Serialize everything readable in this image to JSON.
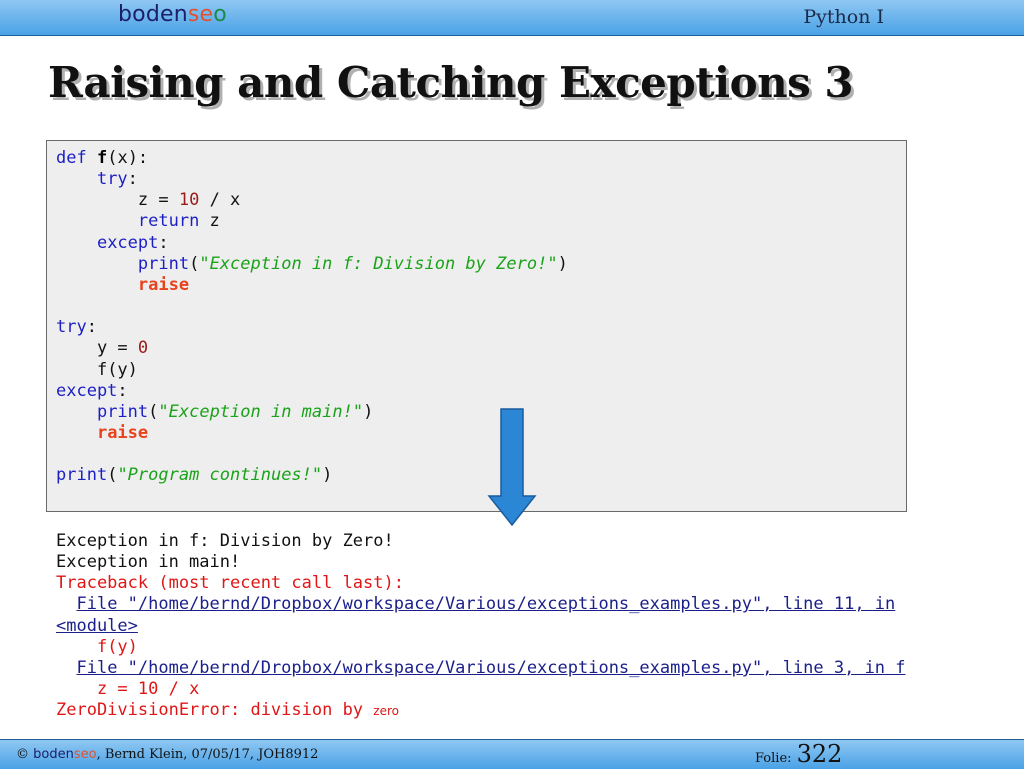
{
  "header": {
    "logo_prefix": "boden",
    "logo_accent": "se",
    "logo_accent2": "o",
    "course": "Python I"
  },
  "slide": {
    "title": "Raising and Catching Exceptions 3"
  },
  "code": {
    "l1_kw": "def",
    "l1_fn": "f",
    "l1_rest": "(x):",
    "l2_kw": "try",
    "l2_rest": ":",
    "l3_pre": "z = ",
    "l3_num": "10",
    "l3_rest": " / x",
    "l4_kw": "return",
    "l4_rest": " z",
    "l5_kw": "except",
    "l5_rest": ":",
    "l6_kw": "print",
    "l6_open": "(",
    "l6_str": "\"Exception in f: Division by Zero!\"",
    "l6_close": ")",
    "l7_raise": "raise",
    "l9_kw": "try",
    "l9_rest": ":",
    "l10_pre": "y = ",
    "l10_num": "0",
    "l11": "f(y)",
    "l12_kw": "except",
    "l12_rest": ":",
    "l13_kw": "print",
    "l13_open": "(",
    "l13_str": "\"Exception in main!\"",
    "l13_close": ")",
    "l14_raise": "raise",
    "l16_kw": "print",
    "l16_open": "(",
    "l16_str": "\"Program continues!\"",
    "l16_close": ")"
  },
  "output": {
    "line1": "Exception in f: Division by Zero!",
    "line2": "Exception in main!",
    "traceback": "Traceback (most recent call last):",
    "file1_a": "File \"/home/bernd/Dropbox/workspace/Various/exceptions_examples.py\", line 11, in",
    "file1_b": "<module>",
    "code1": "f(y)",
    "file2": "File \"/home/bernd/Dropbox/workspace/Various/exceptions_examples.py\", line 3, in f",
    "code2": "z = 10 / x",
    "error_main": "ZeroDivisionError: division by ",
    "error_tail": "zero"
  },
  "footer": {
    "copyright": "©",
    "brand_prefix": "boden",
    "brand_accent": "seo",
    "info": ", Bernd Klein, 07/05/17, JOH8912",
    "folie_label": "Folie:",
    "page_number": "322"
  },
  "colors": {
    "keyword": "#1c1fc4",
    "string": "#1aa31a",
    "number": "#9b1b1b",
    "raise": "#e8431c",
    "error": "#e01616",
    "link": "#1a1f8a",
    "arrow": "#2b86d6",
    "header_bar": "#4aa2e6"
  },
  "icons": {
    "arrow": "down-arrow-icon"
  }
}
